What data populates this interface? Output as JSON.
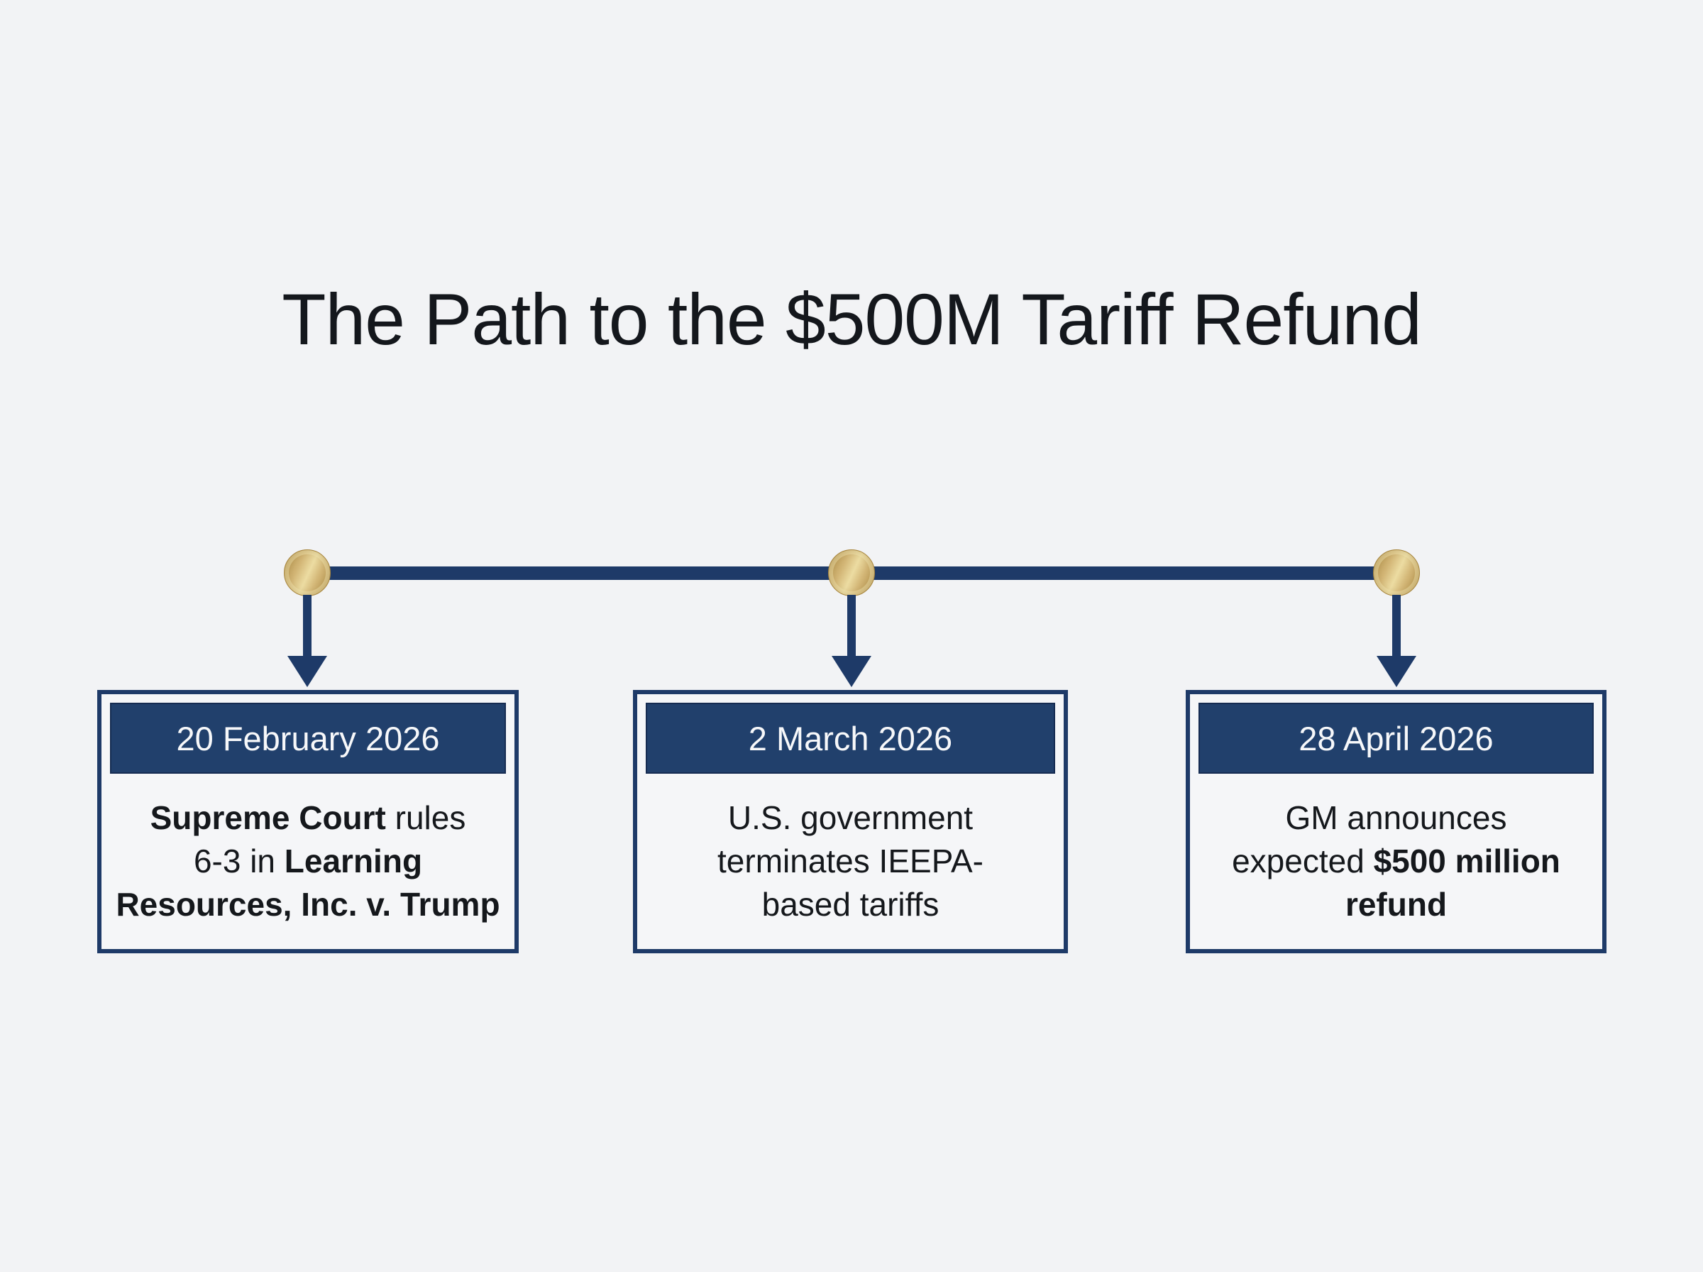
{
  "title": "The Path to the $500M Tariff Refund",
  "colors": {
    "background": "#f2f3f5",
    "box_bg": "#f5f6f8",
    "navy": "#1e3a68",
    "navy_header": "#21406c",
    "navy_edge": "#162c52",
    "gold_light": "#ecdca2",
    "gold_mid": "#d2b575",
    "gold_dark": "#a8863f",
    "body_text": "#15181c",
    "date_text": "#f7f8fa"
  },
  "timeline": {
    "events": [
      {
        "date": "20 February 2026",
        "body_segments": [
          {
            "text": "Supreme Court",
            "bold": true
          },
          {
            "text": " rules\n6-3 in ",
            "bold": false
          },
          {
            "text": "Learning\nResources, Inc. v. Trump",
            "bold": true
          }
        ]
      },
      {
        "date": "2 March 2026",
        "body_segments": [
          {
            "text": "U.S. government\nterminates IEEPA-\nbased tariffs",
            "bold": false
          }
        ]
      },
      {
        "date": "28 April 2026",
        "body_segments": [
          {
            "text": "GM announces\nexpected ",
            "bold": false
          },
          {
            "text": "$500 million\nrefund",
            "bold": true
          }
        ]
      }
    ]
  }
}
